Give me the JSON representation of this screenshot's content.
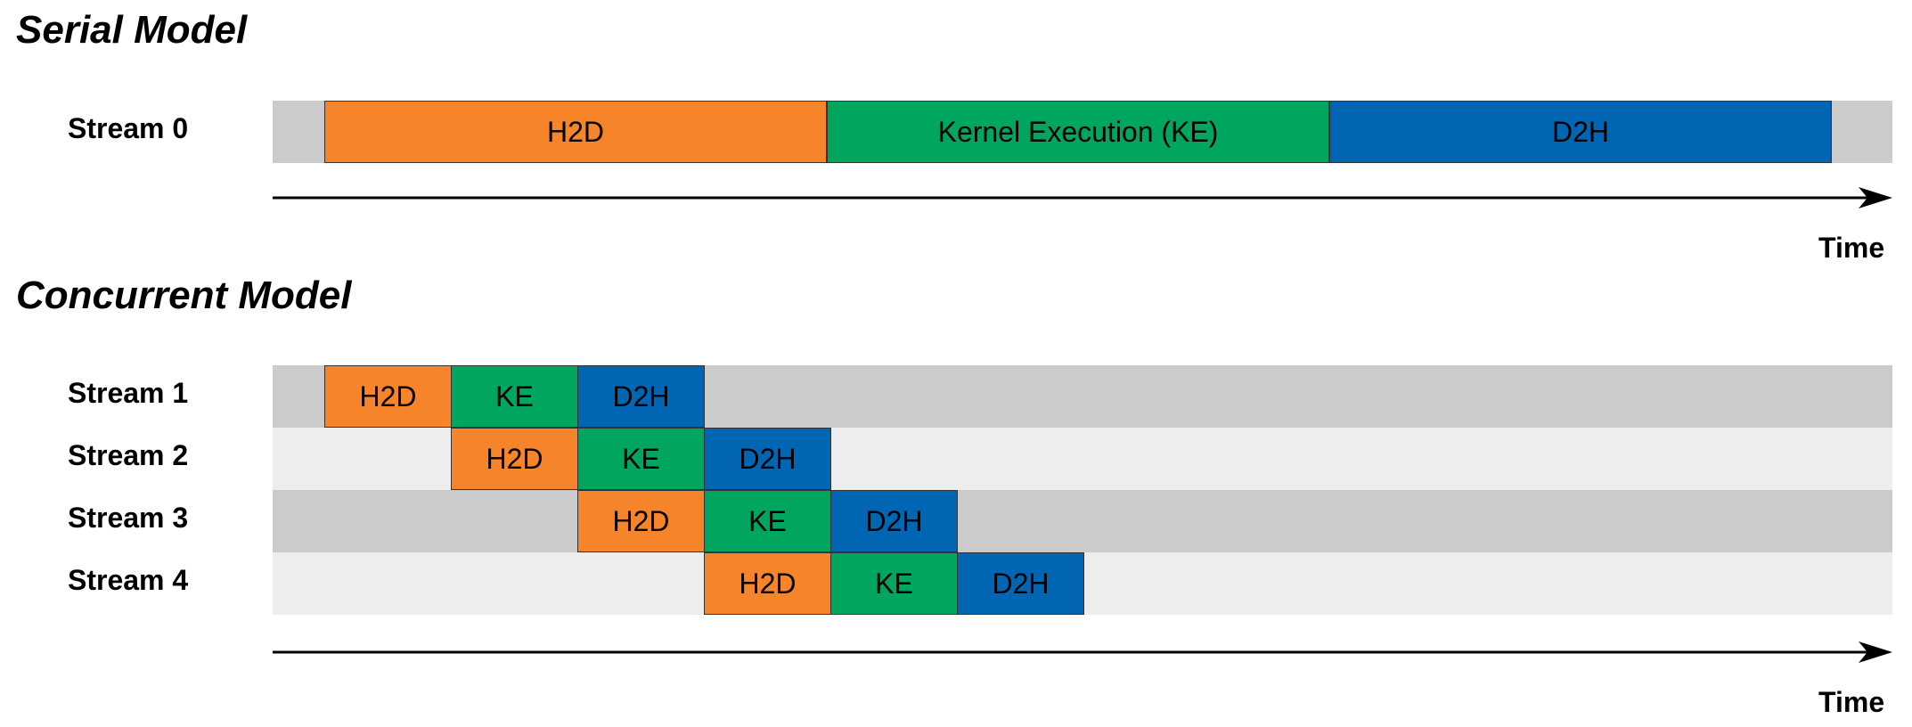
{
  "colors": {
    "h2d": "#F5842A",
    "ke": "#00A65E",
    "d2h": "#0066B3",
    "lane_dark": "#cbcbcb",
    "lane_light": "#ededed"
  },
  "serial": {
    "title": "Serial Model",
    "stream": "Stream 0",
    "blocks": [
      {
        "type": "h2d",
        "label": "H2D",
        "start": 0,
        "duration": 4
      },
      {
        "type": "ke",
        "label": "Kernel Execution (KE)",
        "start": 4,
        "duration": 4
      },
      {
        "type": "d2h",
        "label": "D2H",
        "start": 8,
        "duration": 4
      }
    ],
    "axis_label": "Time"
  },
  "concurrent": {
    "title": "Concurrent Model",
    "streams": [
      {
        "name": "Stream 1",
        "blocks": [
          {
            "type": "h2d",
            "label": "H2D",
            "start": 0,
            "duration": 1
          },
          {
            "type": "ke",
            "label": "KE",
            "start": 1,
            "duration": 1
          },
          {
            "type": "d2h",
            "label": "D2H",
            "start": 2,
            "duration": 1
          }
        ]
      },
      {
        "name": "Stream 2",
        "blocks": [
          {
            "type": "h2d",
            "label": "H2D",
            "start": 1,
            "duration": 1
          },
          {
            "type": "ke",
            "label": "KE",
            "start": 2,
            "duration": 1
          },
          {
            "type": "d2h",
            "label": "D2H",
            "start": 3,
            "duration": 1
          }
        ]
      },
      {
        "name": "Stream 3",
        "blocks": [
          {
            "type": "h2d",
            "label": "H2D",
            "start": 2,
            "duration": 1
          },
          {
            "type": "ke",
            "label": "KE",
            "start": 3,
            "duration": 1
          },
          {
            "type": "d2h",
            "label": "D2H",
            "start": 4,
            "duration": 1
          }
        ]
      },
      {
        "name": "Stream 4",
        "blocks": [
          {
            "type": "h2d",
            "label": "H2D",
            "start": 3,
            "duration": 1
          },
          {
            "type": "ke",
            "label": "KE",
            "start": 4,
            "duration": 1
          },
          {
            "type": "d2h",
            "label": "D2H",
            "start": 5,
            "duration": 1
          }
        ]
      }
    ],
    "axis_label": "Time"
  }
}
